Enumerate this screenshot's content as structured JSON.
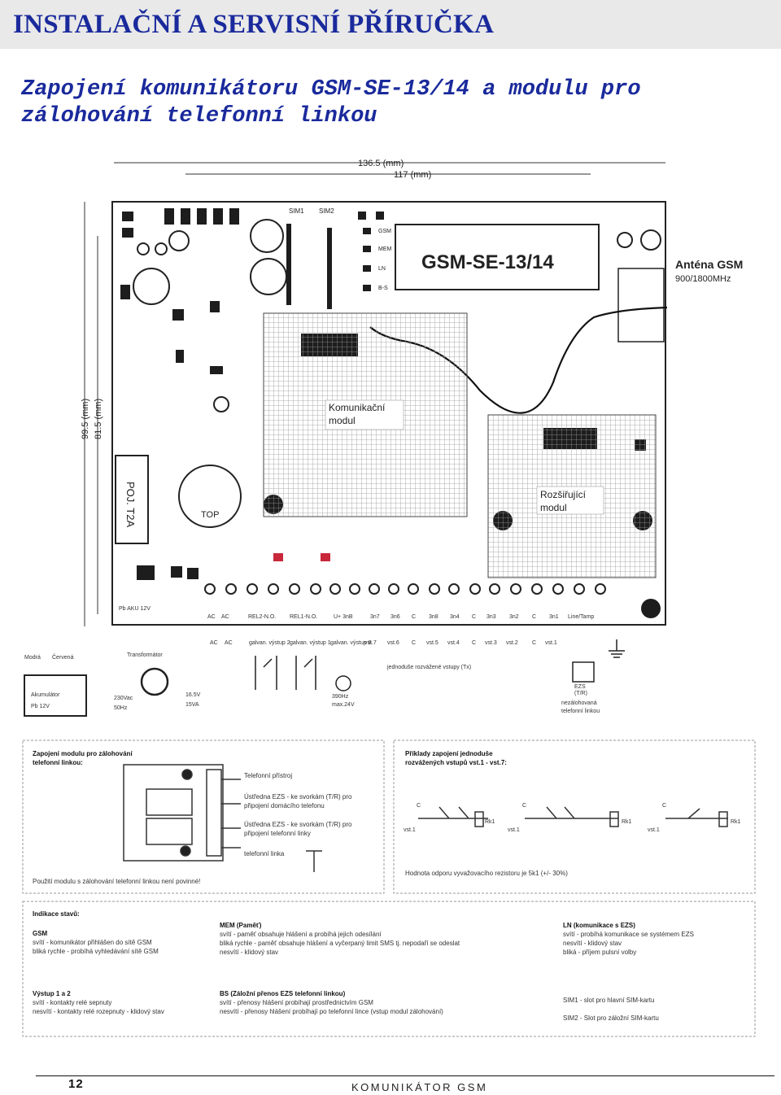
{
  "header": {
    "title": "INSTALAČNÍ A SERVISNÍ PŘÍRUČKA"
  },
  "subtitle": "Zapojení komunikátoru GSM-SE-13/14 a modulu pro zálohování telefonní linkou",
  "board": {
    "dim_width_outer": "136.5 (mm)",
    "dim_width_inner": "117 (mm)",
    "dim_height_outer": "99.5 (mm)",
    "dim_height_inner": "81.5 (mm)",
    "model": "GSM-SE-13/14",
    "antenna_label": "Anténa GSM",
    "antenna_freq": "900/1800MHz",
    "module_comm_1": "Komunikační",
    "module_comm_2": "modul",
    "module_ext_1": "Rozšiřující",
    "module_ext_2": "modul",
    "fuse": "POJ. T2A",
    "top": "TOP",
    "led_labels": [
      "GSM",
      "MEM",
      "LN",
      "B-S"
    ],
    "sim1": "SIM1",
    "sim2": "SIM2",
    "terminals": [
      "AC",
      "AC",
      "REL2-N.O.",
      "REL1-N.O.",
      "U+ 3nB",
      "3n7",
      "3n6",
      "C",
      "3n8",
      "3n4",
      "C",
      "3n3",
      "3n2",
      "C",
      "3n1",
      "Line/Tamp"
    ],
    "bottom_left_label": "Pb AKU 12V",
    "ac_labels": [
      "AC",
      "AC"
    ],
    "output_labels": [
      "galvan. výstup 2",
      "galvan. výstup 1",
      "galvan. výstup 8"
    ],
    "input_labels": [
      "vst.7",
      "vst.6",
      "C",
      "vst.5",
      "vst.4",
      "C",
      "vst.3",
      "vst.2",
      "C",
      "vst.1"
    ],
    "inputs_caption": "jednoduše rozvážené vstupy (Tx)",
    "battery_top": [
      "Modrá",
      "Červená"
    ],
    "battery_label": [
      "Akumulátor",
      "Pb 12V"
    ],
    "transformer": "Transformátor",
    "trafo_in": [
      "230Vac",
      "50Hz"
    ],
    "trafo_out": [
      "16.5V",
      "15VA"
    ],
    "load_label": [
      "390Hz",
      "max.24V"
    ],
    "line_label": [
      "nezálohovaná",
      "telefonní linkou"
    ],
    "ezs_label": [
      "EZS",
      "(T/R)"
    ]
  },
  "panel_backup": {
    "title": "Zapojení modulu pro zálohování telefonní linkou:",
    "items": [
      "Telefonní přístroj",
      "Ústředna EZS - ke svorkám (T/R) pro připojení domácího telefonu",
      "Ústředna EZS - ke svorkám (T/R) pro připojení telefonní linky",
      "telefonní linka"
    ],
    "note": "Použití modulu s zálohování telefonní linkou není povinné!"
  },
  "panel_examples": {
    "title": "Příklady zapojení jednoduše rozvážených vstupů vst.1 - vst.7:",
    "labels": [
      "C",
      "C",
      "C",
      "vst.1",
      "vst.1",
      "vst.1",
      "Rk1",
      "Rk1",
      "Rk1"
    ],
    "note": "Hodnota odporu vyvažovacího rezistoru je 5k1 (+/- 30%)"
  },
  "panel_status": {
    "title": "Indikace stavů:",
    "gsm_head": "GSM",
    "gsm_lines": [
      "svítí - komunikátor přihlášen do sítě GSM",
      "bliká rychle - probíhá vyhledávání sítě GSM"
    ],
    "out_head": "Výstup 1 a 2",
    "out_lines": [
      "svítí - kontakty relé sepnuty",
      "nesvítí - kontakty relé rozepnuty - klidový stav"
    ],
    "mem_head": "MEM (Paměť)",
    "mem_lines": [
      "svítí - paměť obsahuje hlášení a probíhá jejich odesílání",
      "bliká rychle - paměť obsahuje hlášení a vyčerpaný limit SMS tj. nepodaří se odeslat",
      "nesvítí - klidový stav"
    ],
    "bs_head": "BS (Záložní přenos EZS telefonní linkou)",
    "bs_lines": [
      "svítí - přenosy hlášení probíhají prostřednictvím GSM",
      "nesvítí - přenosy hlášení probíhají po telefonní lince (vstup modul zálohování)"
    ],
    "ln_head": "LN (komunikace s EZS)",
    "ln_lines": [
      "svítí - probíhá komunikace se systémem EZS",
      "nesvítí - klidový stav",
      "bliká - příjem pulsní volby"
    ],
    "sim_lines": [
      "SIM1 - slot pro hlavní SIM-kartu",
      "SIM2 - Slot pro záložní SIM-kartu"
    ]
  },
  "footer": {
    "page_number": "12",
    "brand": "KOMUNIKÁTOR GSM"
  },
  "colors": {
    "title_blue": "#1a2a9c",
    "board_border": "#222222",
    "led_red": "#c8283a"
  }
}
